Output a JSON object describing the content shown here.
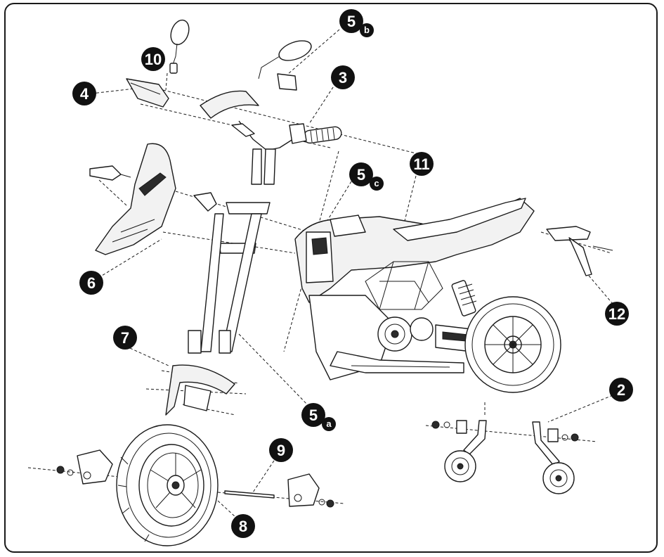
{
  "callouts": [
    {
      "id": "callout-10",
      "num": "10",
      "sub": ""
    },
    {
      "id": "callout-5b",
      "num": "5",
      "sub": "b"
    },
    {
      "id": "callout-3",
      "num": "3",
      "sub": ""
    },
    {
      "id": "callout-4",
      "num": "4",
      "sub": ""
    },
    {
      "id": "callout-11",
      "num": "11",
      "sub": ""
    },
    {
      "id": "callout-5c",
      "num": "5",
      "sub": "c"
    },
    {
      "id": "callout-6",
      "num": "6",
      "sub": ""
    },
    {
      "id": "callout-12",
      "num": "12",
      "sub": ""
    },
    {
      "id": "callout-7",
      "num": "7",
      "sub": ""
    },
    {
      "id": "callout-2",
      "num": "2",
      "sub": ""
    },
    {
      "id": "callout-5a",
      "num": "5",
      "sub": "a"
    },
    {
      "id": "callout-9",
      "num": "9",
      "sub": ""
    },
    {
      "id": "callout-8",
      "num": "8",
      "sub": ""
    }
  ],
  "colors": {
    "ink": "#1a1a1a",
    "badge": "#111111",
    "paper": "#ffffff"
  }
}
